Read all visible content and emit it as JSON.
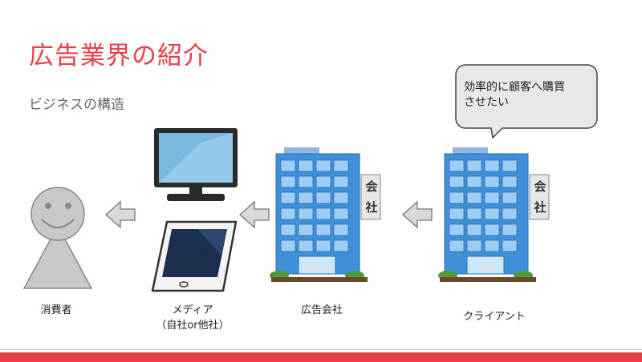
{
  "slide": {
    "title": "広告業界の紹介",
    "subtitle": "ビジネスの構造"
  },
  "bubble": {
    "line1": "効率的に顧客へ購買",
    "line2": "させたい"
  },
  "captions": {
    "consumer": "消費者",
    "media_line1": "メディア",
    "media_line2": "（自社or他社）",
    "ad_agency": "広告会社",
    "client": "クライアント"
  },
  "building_sign": {
    "char1": "会",
    "char2": "社"
  },
  "colors": {
    "accent": "#e8404a",
    "building_blue": "#3f8fd9",
    "arrow_gray": "#d9d9d9",
    "person_gray": "#c8c8c8"
  },
  "icons": [
    "person-icon",
    "monitor-icon",
    "tablet-icon",
    "office-building-icon",
    "left-arrow-icon",
    "speech-bubble-icon"
  ]
}
